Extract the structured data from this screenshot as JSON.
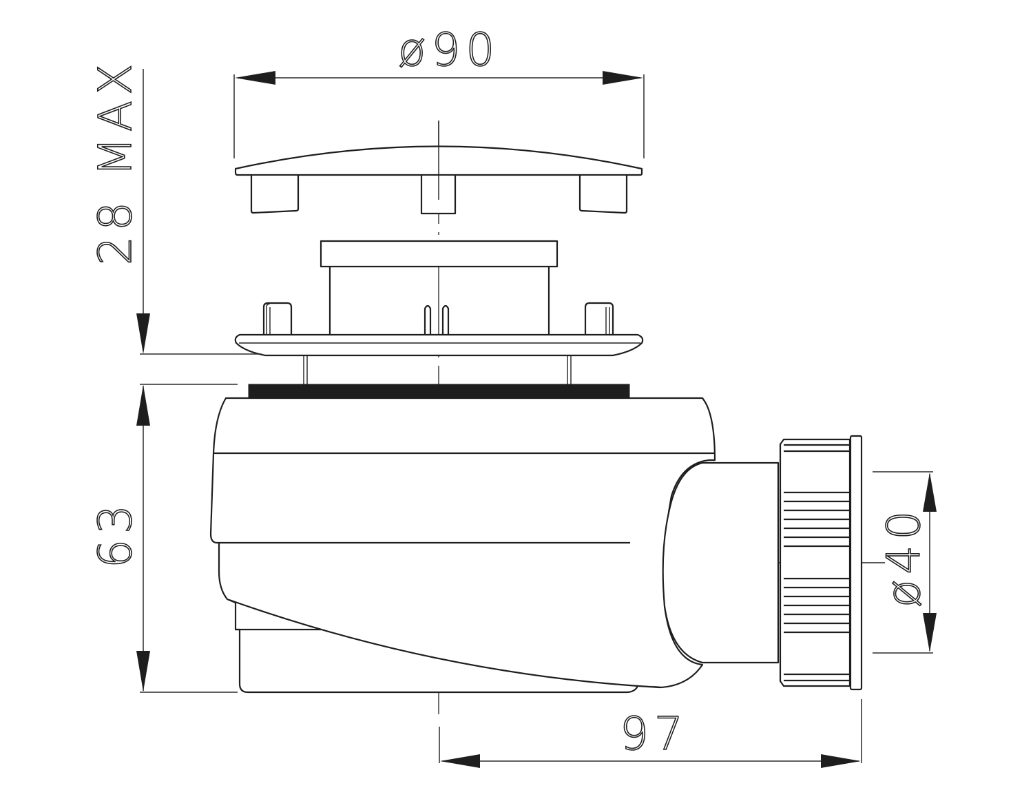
{
  "drawing": {
    "subject": "shower drain trap cross-section technical drawing",
    "line_color": "#1e1e1e",
    "background": "#ffffff"
  },
  "dimensions": {
    "top_diameter": {
      "label": "ø90",
      "value": 90,
      "orientation": "horizontal"
    },
    "cover_height": {
      "label": "28 MAX",
      "value": 28,
      "orientation": "vertical"
    },
    "body_height": {
      "label": "63",
      "value": 63,
      "orientation": "vertical"
    },
    "outlet_diameter": {
      "label": "ø40",
      "value": 40,
      "orientation": "vertical"
    },
    "outlet_length": {
      "label": "97",
      "value": 97,
      "orientation": "horizontal"
    }
  },
  "parts": [
    {
      "name": "cover-cap"
    },
    {
      "name": "grate-insert"
    },
    {
      "name": "flange-ring"
    },
    {
      "name": "rubber-gasket"
    },
    {
      "name": "trap-body"
    },
    {
      "name": "outlet-pipe"
    },
    {
      "name": "outlet-nut"
    }
  ]
}
